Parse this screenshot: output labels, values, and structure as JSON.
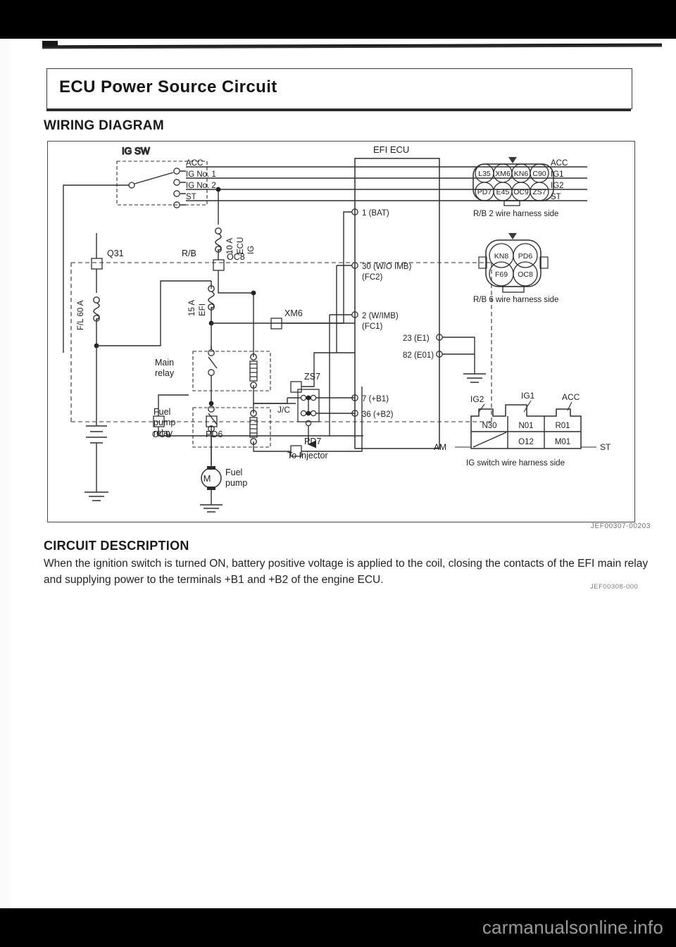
{
  "page": {
    "title": "ECU Power Source Circuit",
    "section_heading": "WIRING DIAGRAM",
    "diagram_ref_code": "JEF00307-00203",
    "description_ref_code": "JEF00308-000",
    "watermark": "carmanualsonline.info"
  },
  "diagram": {
    "ig_switch": {
      "label": "IG SW",
      "contacts": [
        "ACC",
        "IG No. 1",
        "IG No. 2",
        "ST"
      ]
    },
    "bus_labels": [
      "ACC",
      "IG1",
      "IG2",
      "ST"
    ],
    "relay_box": {
      "label": "R/B",
      "connectors": [
        "Q31",
        "OC8",
        "XM6",
        "ZS7",
        "PD7",
        "OC9",
        "PD6"
      ]
    },
    "fusible_link": "F/L 60 A",
    "fuses": [
      {
        "rating": "15 A",
        "name": "EFI"
      },
      {
        "rating": "10 A",
        "name": "ECU",
        "name2": "IG",
        "connector": "OC8"
      }
    ],
    "relays": [
      {
        "label_line1": "Main",
        "label_line2": "relay"
      },
      {
        "label_line1": "Fuel",
        "label_line2": "pump",
        "label_line3": "relay"
      }
    ],
    "fuel_pump": {
      "symbol": "M",
      "label_line1": "Fuel",
      "label_line2": "pump"
    },
    "junction": {
      "label": "J/C",
      "target": "To Injector"
    },
    "ecu": {
      "title": "EFI ECU",
      "terminals_left": [
        {
          "text": "1 (BAT)"
        },
        {
          "text": "30 (W/O IMB)",
          "text2": "(FC2)"
        },
        {
          "text": "2 (W/IMB)",
          "text2": "(FC1)"
        },
        {
          "text": "7 (+B1)"
        },
        {
          "text": "36 (+B2)"
        }
      ],
      "terminals_right": [
        {
          "text": "23 (E1)"
        },
        {
          "text": "82 (E01)"
        }
      ]
    },
    "connector_views": [
      {
        "caption": "R/B 2 wire harness side",
        "rows": [
          [
            "L35",
            "XM6",
            "KN6",
            "C90"
          ],
          [
            "PD7",
            "E45",
            "OC9",
            "ZS7"
          ]
        ]
      },
      {
        "caption": "R/B 6 wire harness side",
        "rows": [
          [
            "KN8",
            "PD6"
          ],
          [
            "F69",
            "OC8"
          ]
        ]
      }
    ],
    "ig_switch_connector": {
      "caption": "IG switch wire harness side",
      "rows": [
        [
          "N30",
          "N01",
          "R01"
        ],
        [
          "",
          "O12",
          "M01"
        ]
      ],
      "callouts": {
        "top_left": "IG2",
        "top_mid": "IG1",
        "top_right": "ACC",
        "bottom_left": "AM",
        "bottom_right": "ST"
      }
    }
  },
  "circuit_description": {
    "heading": "CIRCUIT DESCRIPTION",
    "text": "When the ignition switch is turned ON, battery positive voltage is applied to the coil, closing the contacts of the EFI main relay and supplying power to the terminals +B1 and +B2 of the engine ECU."
  }
}
